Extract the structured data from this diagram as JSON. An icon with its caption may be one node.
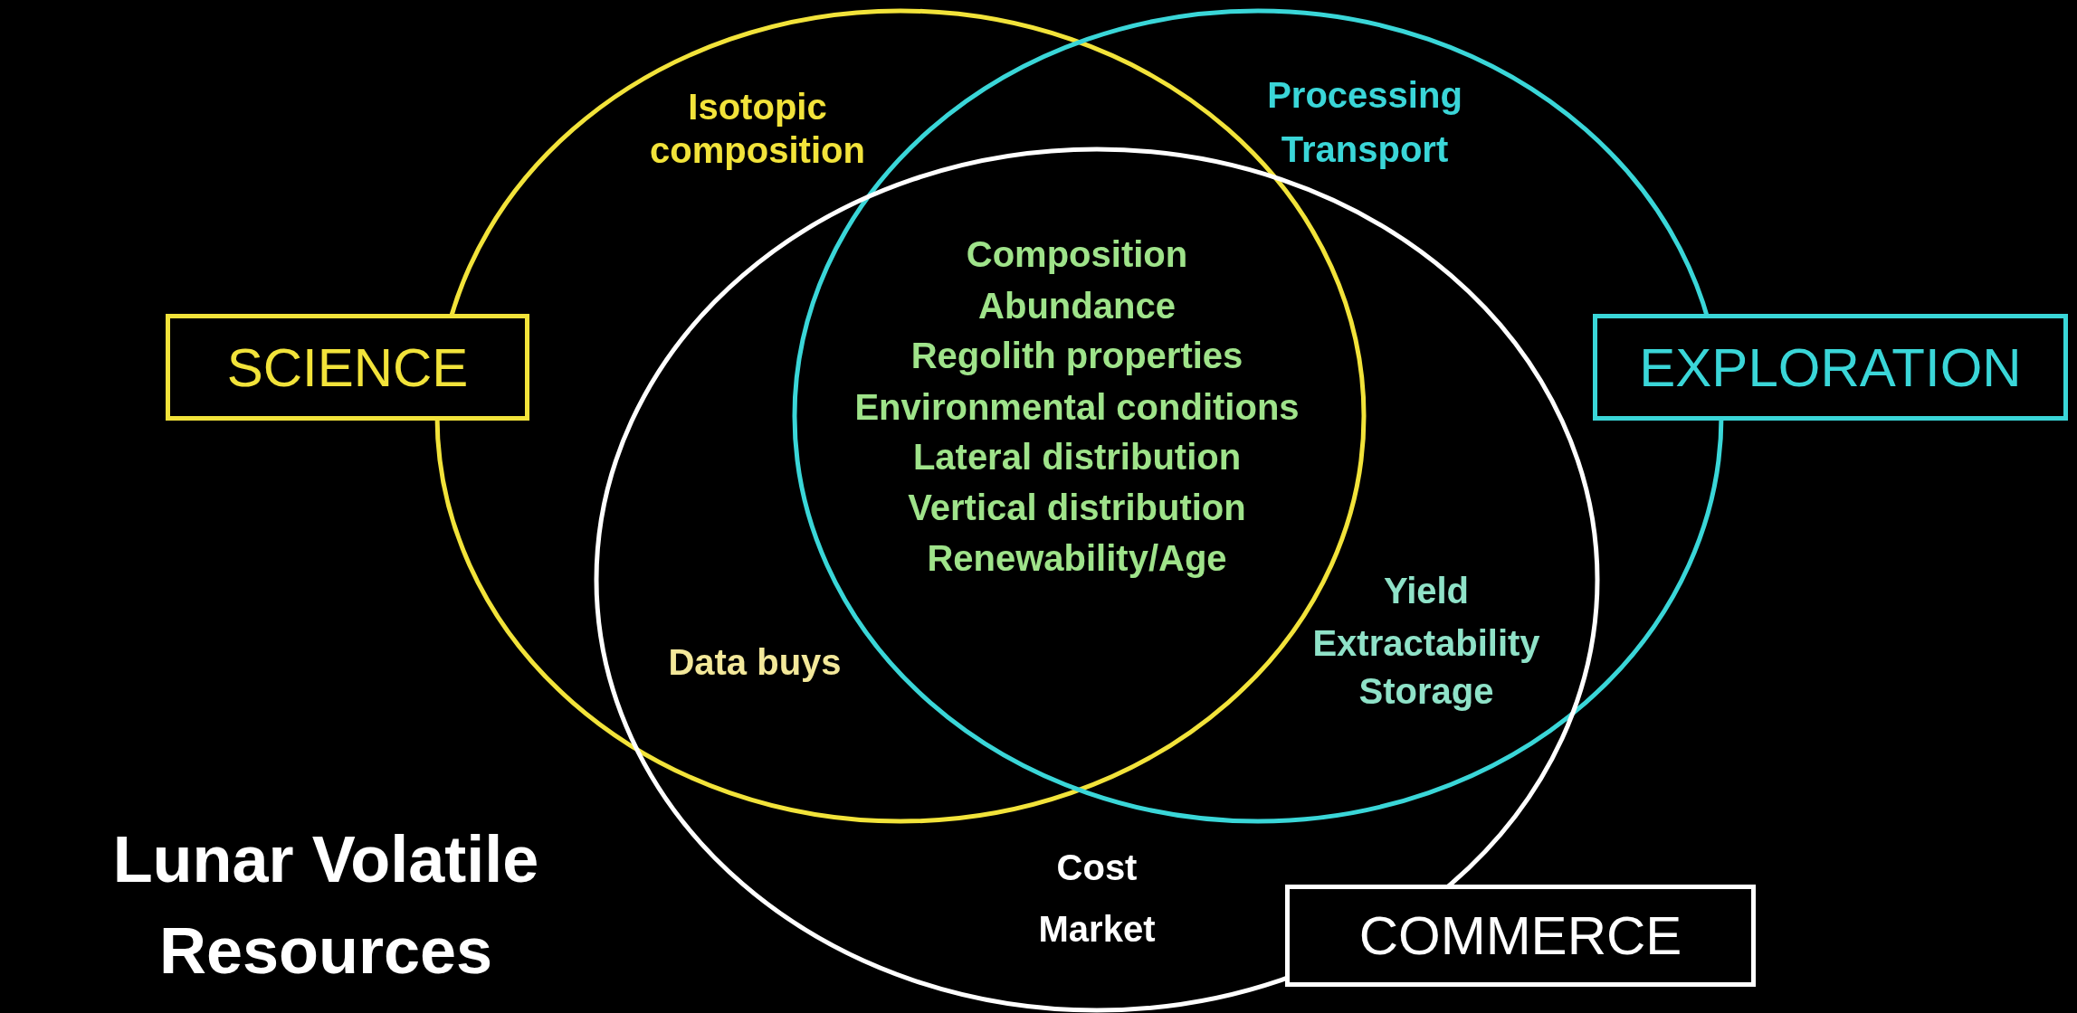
{
  "diagram": {
    "title": "Lunar Volatile Resources",
    "nodes": [
      {
        "text": [
          "SCIENCE"
        ]
      },
      {
        "text": [
          "EXPLORATION"
        ]
      },
      {
        "text": [
          "COMMERCE"
        ]
      }
    ],
    "labels": [
      "Isotopic composition",
      "Processing",
      "Transport",
      "Composition",
      "Abundance",
      "Regolith properties",
      "Environmental conditions",
      "Lateral distribution",
      "Vertical distribution",
      "Renewability/Age",
      "Yield",
      "Extractability",
      "Storage",
      "Data buys",
      "Cost",
      "Market"
    ]
  }
}
